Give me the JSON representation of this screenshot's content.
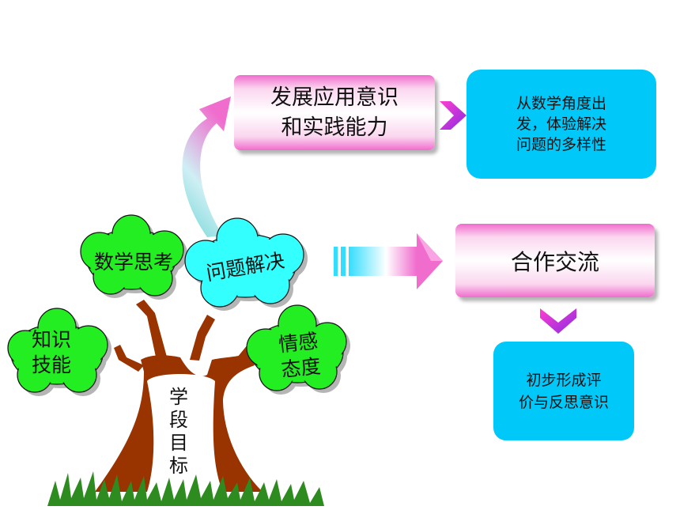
{
  "boxes": {
    "practice": "发展应用意识\n和实践能力",
    "perspective": "从数学角度出\n发，体验解决\n问题的多样性",
    "cooperation": "合作交流",
    "reflection": "初步形成评\n价与反思意识"
  },
  "tree": {
    "trunk_label": "学\n段\n目\n标",
    "cloud_math": "数学思考",
    "cloud_problem": "问题解决",
    "cloud_knowledge": "知识\n技能",
    "cloud_emotion": "情感\n态度"
  },
  "colors": {
    "pink": "#f06ccd",
    "cyan": "#00c8f8",
    "green": "#22ee22",
    "light_cyan": "#33ffff",
    "trunk": "#993300",
    "grass": "#2e8b1f"
  }
}
